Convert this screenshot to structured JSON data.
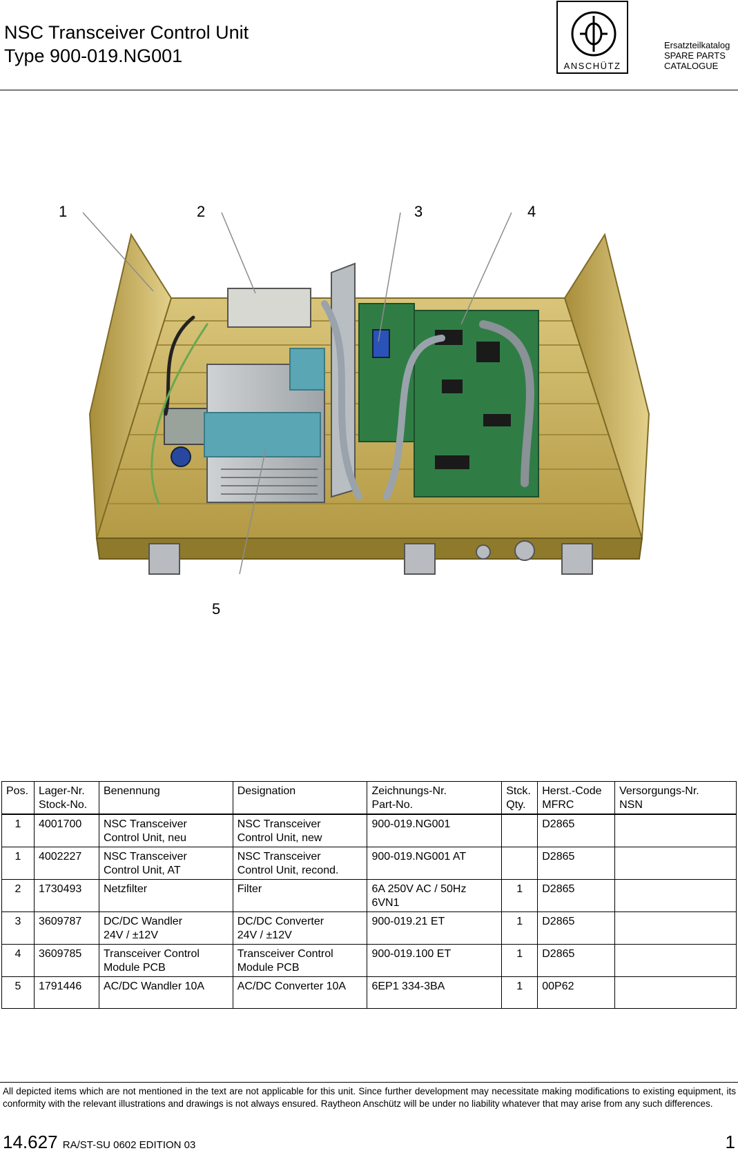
{
  "header": {
    "title_line1": "NSC Transceiver Control Unit",
    "title_line2": "Type 900-019.NG001",
    "logo_text": "ANSCHÜTZ",
    "catalog_de": "Ersatzteilkatalog",
    "catalog_en": "SPARE PARTS",
    "catalog_en2": "CATALOGUE"
  },
  "figure": {
    "callouts": [
      "1",
      "2",
      "3",
      "4",
      "5"
    ],
    "colors": {
      "housing": "#c9b25a",
      "housing_dark": "#8f7a2c",
      "pcb": "#2f7d45",
      "psu": "#5aa6b4"
    }
  },
  "table": {
    "headers": [
      [
        "Pos.",
        ""
      ],
      [
        "Lager-Nr.",
        "Stock-No."
      ],
      [
        "Benennung",
        ""
      ],
      [
        "Designation",
        ""
      ],
      [
        "Zeichnungs-Nr.",
        "Part-No."
      ],
      [
        "Stck.",
        "Qty."
      ],
      [
        "Herst.-Code",
        "MFRC"
      ],
      [
        "Versorgungs-Nr.",
        "NSN"
      ]
    ],
    "rows": [
      {
        "pos": "1",
        "stock": "4001700",
        "benennung": [
          "NSC Transceiver",
          "Control Unit, neu"
        ],
        "designation": [
          "NSC Transceiver",
          "Control Unit, new"
        ],
        "part": [
          "900-019.NG001",
          ""
        ],
        "qty": "",
        "mfrc": "D2865",
        "nsn": ""
      },
      {
        "pos": "1",
        "stock": "4002227",
        "benennung": [
          "NSC Transceiver",
          "Control Unit, AT"
        ],
        "designation": [
          "NSC Transceiver",
          "Control Unit, recond."
        ],
        "part": [
          "900-019.NG001 AT",
          ""
        ],
        "qty": "",
        "mfrc": "D2865",
        "nsn": ""
      },
      {
        "pos": "2",
        "stock": "1730493",
        "benennung": [
          "Netzfilter",
          ""
        ],
        "designation": [
          "Filter",
          ""
        ],
        "part": [
          "6A 250V AC / 50Hz",
          "6VN1"
        ],
        "qty": "1",
        "mfrc": "D2865",
        "nsn": ""
      },
      {
        "pos": "3",
        "stock": "3609787",
        "benennung": [
          "DC/DC Wandler",
          "24V / ±12V"
        ],
        "designation": [
          "DC/DC Converter",
          "24V / ±12V"
        ],
        "part": [
          "900-019.21 ET",
          ""
        ],
        "qty": "1",
        "mfrc": "D2865",
        "nsn": ""
      },
      {
        "pos": "4",
        "stock": "3609785",
        "benennung": [
          "Transceiver Control",
          "Module PCB"
        ],
        "designation": [
          "Transceiver Control",
          "Module PCB"
        ],
        "part": [
          "900-019.100 ET",
          ""
        ],
        "qty": "1",
        "mfrc": "D2865",
        "nsn": ""
      },
      {
        "pos": "5",
        "stock": "1791446",
        "benennung": [
          "AC/DC Wandler 10A",
          ""
        ],
        "designation": [
          "AC/DC Converter 10A",
          ""
        ],
        "part": [
          "6EP1 334-3BA",
          ""
        ],
        "qty": "1",
        "mfrc": "00P62",
        "nsn": ""
      }
    ]
  },
  "footer": {
    "disclaimer": "All depicted items which are not mentioned in the text are not applicable for this unit. Since further development may necessitate making modifications to existing equipment, its conformity with the relevant illustrations and drawings is not always ensured. Raytheon Anschütz will be under no liability whatever that may arise from any such differences.",
    "doc_number": "14.627",
    "doc_edition": "RA/ST-SU 0602 EDITION 03",
    "page": "1"
  }
}
